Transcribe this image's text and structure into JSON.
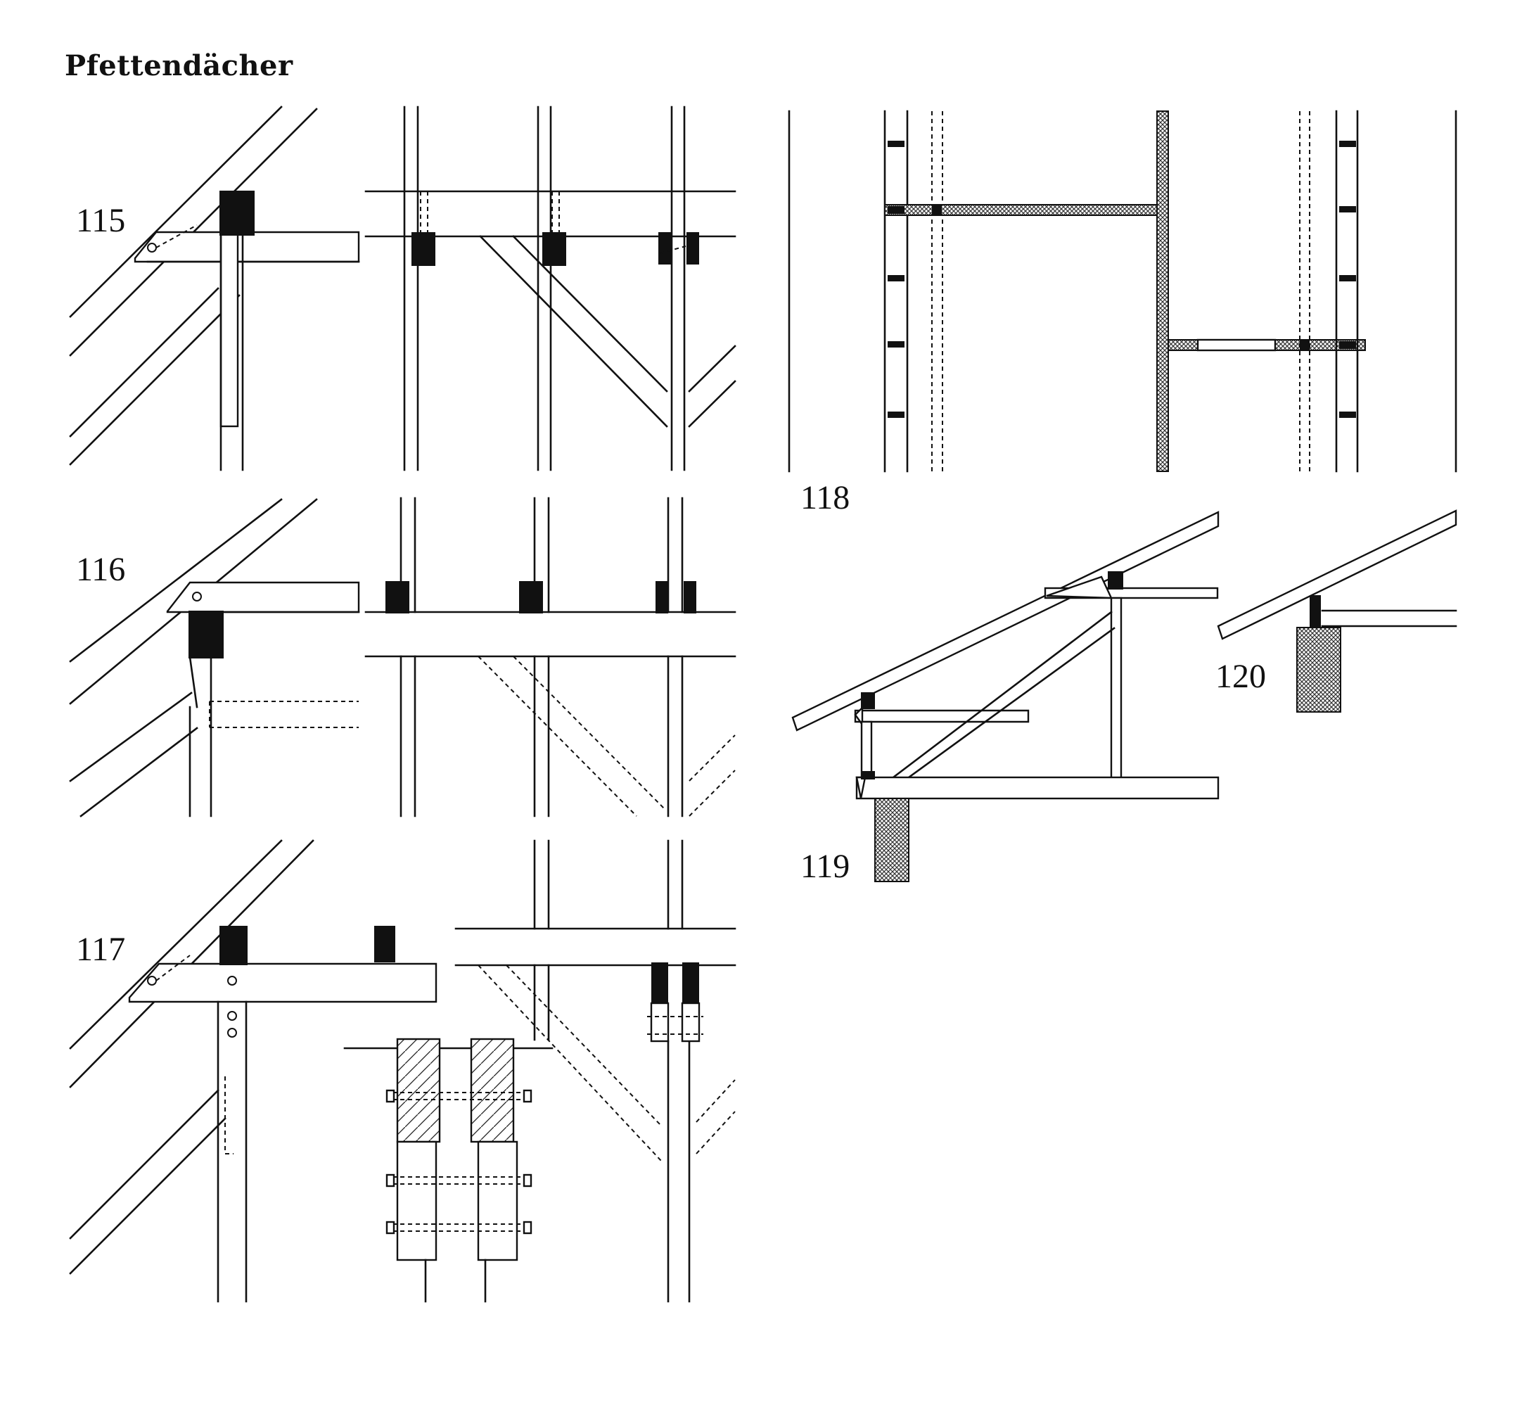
{
  "title": "Pfettendächer",
  "figures": [
    {
      "id": "fig-115",
      "number": "115"
    },
    {
      "id": "fig-116",
      "number": "116"
    },
    {
      "id": "fig-117",
      "number": "117"
    },
    {
      "id": "fig-118",
      "number": "118"
    },
    {
      "id": "fig-119",
      "number": "119"
    },
    {
      "id": "fig-120",
      "number": "120"
    }
  ],
  "colors": {
    "ink": "#111111",
    "paper": "#ffffff"
  }
}
